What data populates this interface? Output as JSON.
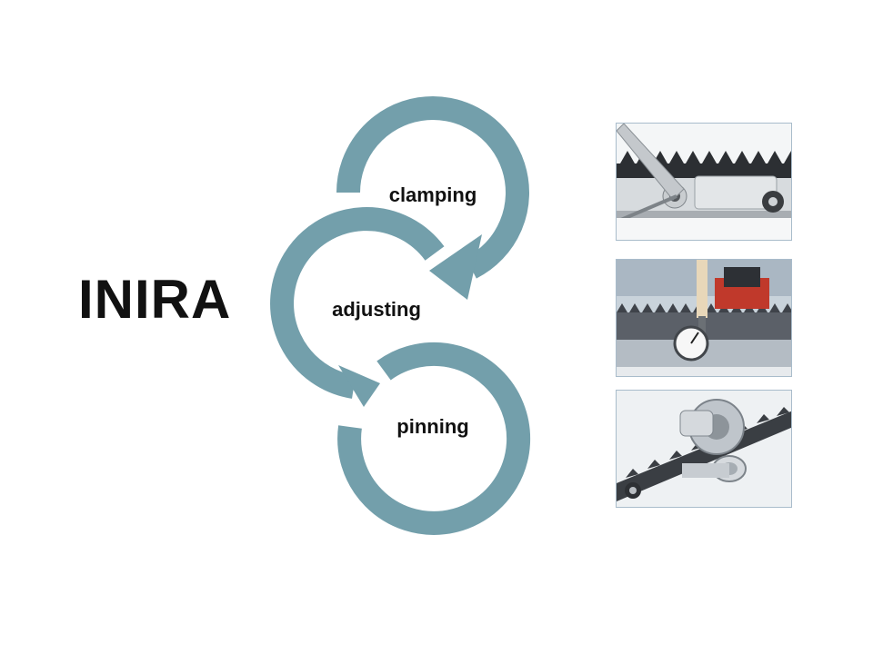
{
  "title": "INIRA",
  "steps": [
    {
      "label": "clamping"
    },
    {
      "label": "adjusting"
    },
    {
      "label": "pinning"
    }
  ],
  "colors": {
    "arc": "#739fab",
    "title": "#111111",
    "photo_border": "#a9bccb"
  },
  "photos": [
    {
      "icon": "rack-clamping-tool-photo"
    },
    {
      "icon": "rack-adjusting-dial-gauge-photo"
    },
    {
      "icon": "rack-pinning-gear-photo"
    }
  ]
}
